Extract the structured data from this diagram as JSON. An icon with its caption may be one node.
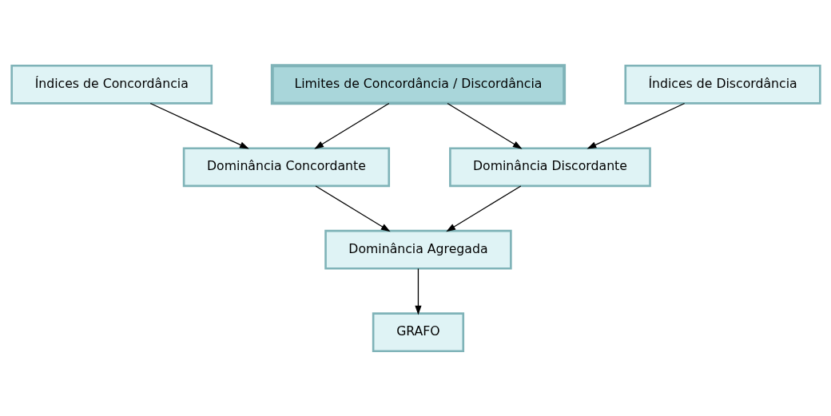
{
  "diagram": {
    "nodes": [
      {
        "text": [
          "Índices de Concordância"
        ]
      },
      {
        "text": [
          "Limites de Concordância / Discordância"
        ]
      },
      {
        "text": [
          "Índices de Discordância"
        ]
      },
      {
        "text": [
          "Dominância Concordante"
        ]
      },
      {
        "text": [
          "Dominância Discordante"
        ]
      },
      {
        "text": [
          "Dominância Agregada"
        ]
      },
      {
        "text": [
          "GRAFO"
        ]
      }
    ],
    "edges": [
      {
        "from": 0,
        "to": 3,
        "arrow": "to"
      },
      {
        "from": 1,
        "to": 3,
        "arrow": "to"
      },
      {
        "from": 1,
        "to": 4,
        "arrow": "to"
      },
      {
        "from": 2,
        "to": 4,
        "arrow": "to"
      },
      {
        "from": 3,
        "to": 5,
        "arrow": "to"
      },
      {
        "from": 4,
        "to": 5,
        "arrow": "to"
      },
      {
        "from": 5,
        "to": 6,
        "arrow": "to"
      }
    ]
  }
}
